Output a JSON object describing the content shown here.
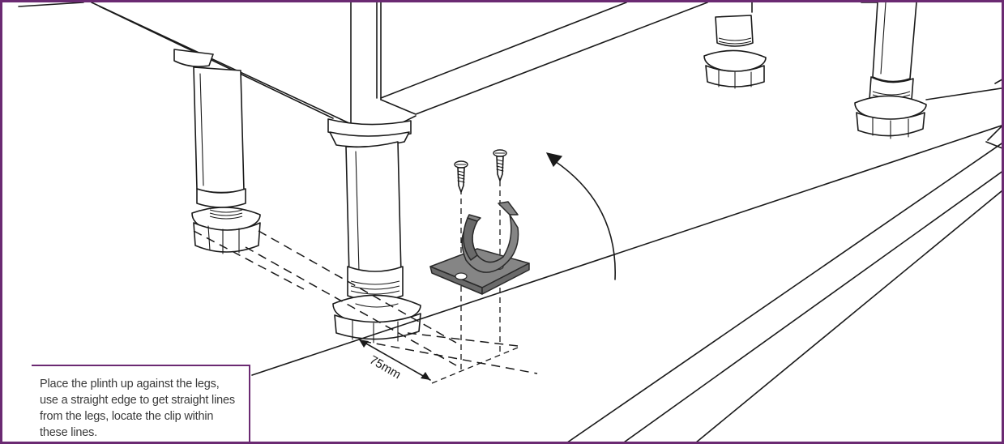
{
  "figure": {
    "dimension_label": "75mm",
    "instruction": "Place the plinth up against the legs, use a straight edge to get straight lines from the legs, locate the clip within these lines.",
    "colors": {
      "frame": "#6b2a72",
      "line": "#1a1a1a",
      "clip": "#858585",
      "text": "#3a3a3a"
    },
    "parts": [
      "cabinet-carcass",
      "adjustable-leg",
      "plinth-board",
      "plinth-clip",
      "screw",
      "rotation-arrow"
    ]
  }
}
